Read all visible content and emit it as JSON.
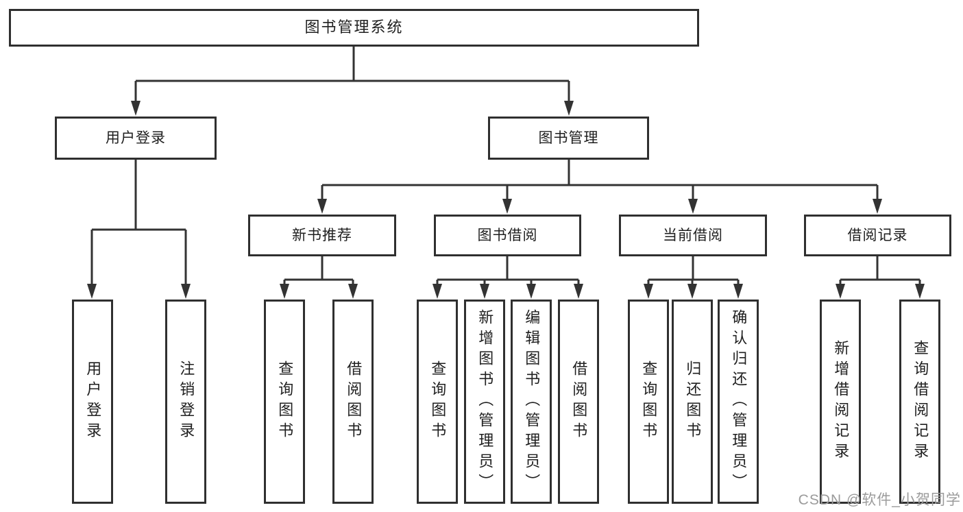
{
  "diagram": {
    "title": "图书管理系统",
    "level2": {
      "user_login": "用户登录",
      "book_mgmt": "图书管理"
    },
    "level3": {
      "new_books": "新书推荐",
      "book_borrow": "图书借阅",
      "current_borrow": "当前借阅",
      "borrow_records": "借阅记录"
    },
    "level4": {
      "user_login": "用户登录",
      "logout": "注销登录",
      "nb_query": "查询图书",
      "nb_borrow": "借阅图书",
      "bb_query": "查询图书",
      "bb_add": "新增图书（管理员）",
      "bb_edit": "编辑图书（管理员）",
      "bb_borrow": "借阅图书",
      "cb_query": "查询图书",
      "cb_return": "归还图书",
      "cb_confirm": "确认归还（管理员）",
      "br_add": "新增借阅记录",
      "br_query": "查询借阅记录"
    }
  },
  "watermark": "CSDN @软件_小贺同学",
  "colors": {
    "line": "#333333",
    "box_border": "#2f2f2f",
    "text": "#1f1f1f",
    "watermark": "#9b9b9b",
    "background": "#ffffff"
  }
}
